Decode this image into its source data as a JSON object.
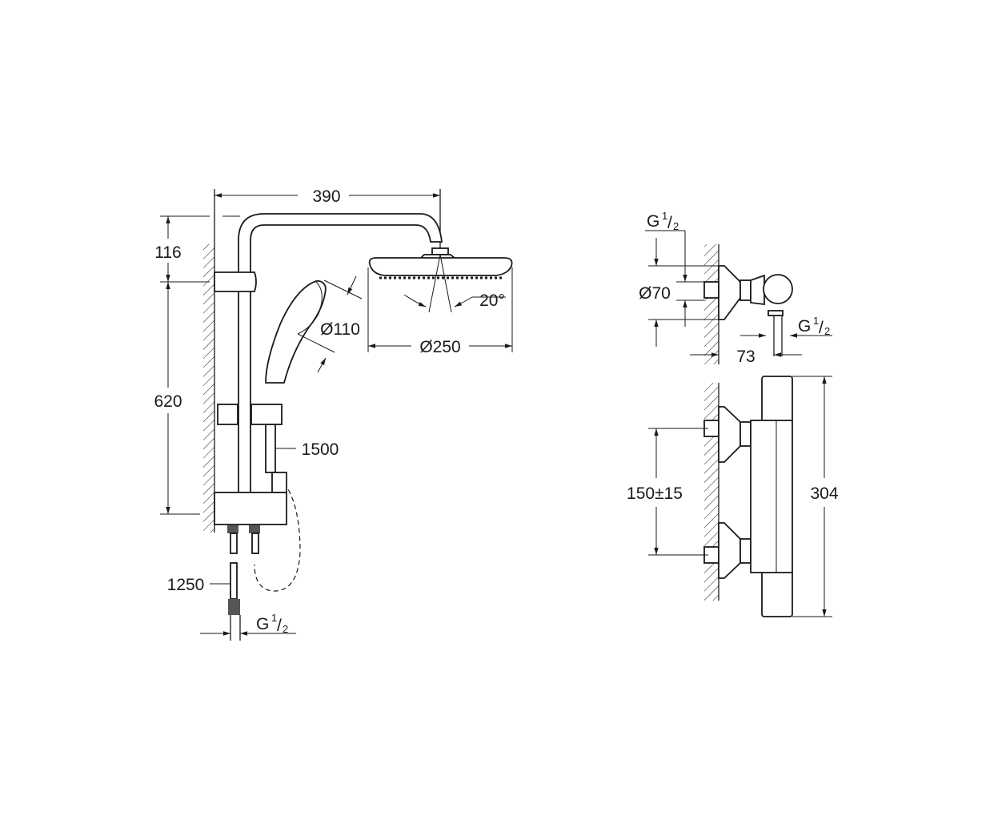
{
  "shower_system": {
    "width_label": "390",
    "arm_height_label": "116",
    "rail_height_label": "620",
    "hand_shower_diameter_label": "Ø110",
    "head_shower_diameter_label": "Ø250",
    "tilt_angle_label": "20°",
    "hose_length_label": "1500",
    "supply_hose_label": "1250",
    "thread_label": {
      "main": "G",
      "sup": "1",
      "sub": "2"
    }
  },
  "thermostat_top": {
    "inlet_thread_label": {
      "main": "G",
      "sup": "1",
      "sub": "2"
    },
    "escutcheon_diameter_label": "Ø70",
    "depth_label": "73",
    "outlet_thread_label": {
      "main": "G",
      "sup": "1",
      "sub": "2"
    }
  },
  "thermostat_front": {
    "centers_label": "150±15",
    "length_label": "304"
  }
}
